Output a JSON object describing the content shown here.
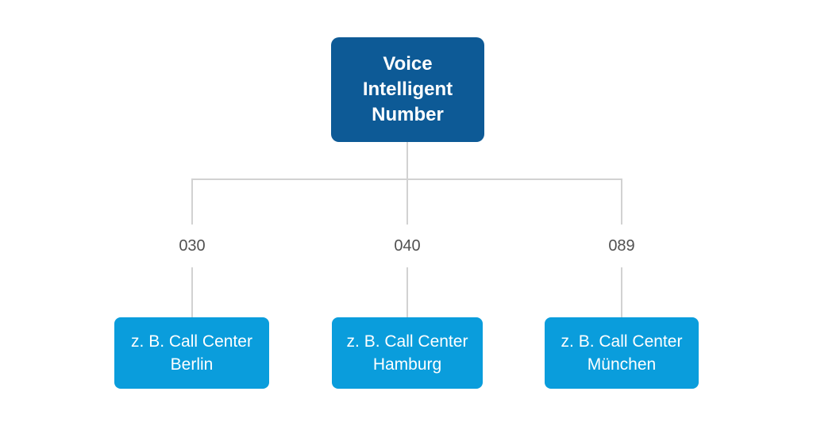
{
  "diagram": {
    "type": "tree",
    "root": {
      "title": "Voice Intelligent Number"
    },
    "branches": [
      {
        "label": "030",
        "node": "z. B. Call Center Berlin"
      },
      {
        "label": "040",
        "node": "z. B. Call Center Hamburg"
      },
      {
        "label": "089",
        "node": "z. B. Call Center München"
      }
    ],
    "colors": {
      "root_bg": "#0d5a96",
      "node_bg": "#0a9ddc",
      "line": "#d2d2d2",
      "label_text": "#515151",
      "node_text": "#ffffff"
    }
  }
}
